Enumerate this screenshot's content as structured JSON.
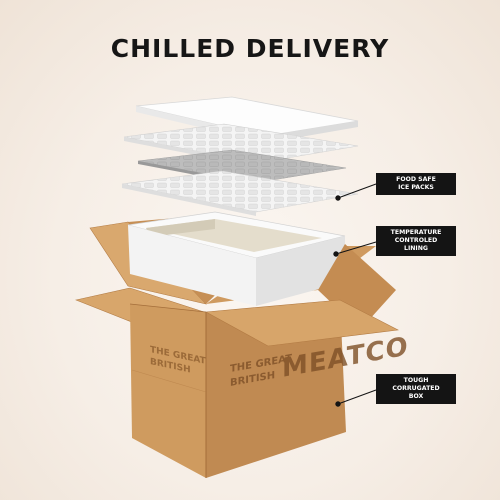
{
  "title": "CHILLED DELIVERY",
  "brand": {
    "line1": "THE GREAT",
    "line2": "BRITISH",
    "logo": "MEATCO"
  },
  "callouts": [
    {
      "line1": "FOOD SAFE",
      "line2": "ICE PACKS"
    },
    {
      "line1": "TEMPERATURE",
      "line2": "CONTROLED",
      "line3": "LINING"
    },
    {
      "line1": "TOUGH",
      "line2": "CORRUGATED",
      "line3": "BOX"
    }
  ],
  "colors": {
    "cardboard_light": "#d8a76c",
    "cardboard_mid": "#c89258",
    "cardboard_dark": "#a9733f",
    "callout_bg": "#141414",
    "foam": "#ffffff"
  }
}
